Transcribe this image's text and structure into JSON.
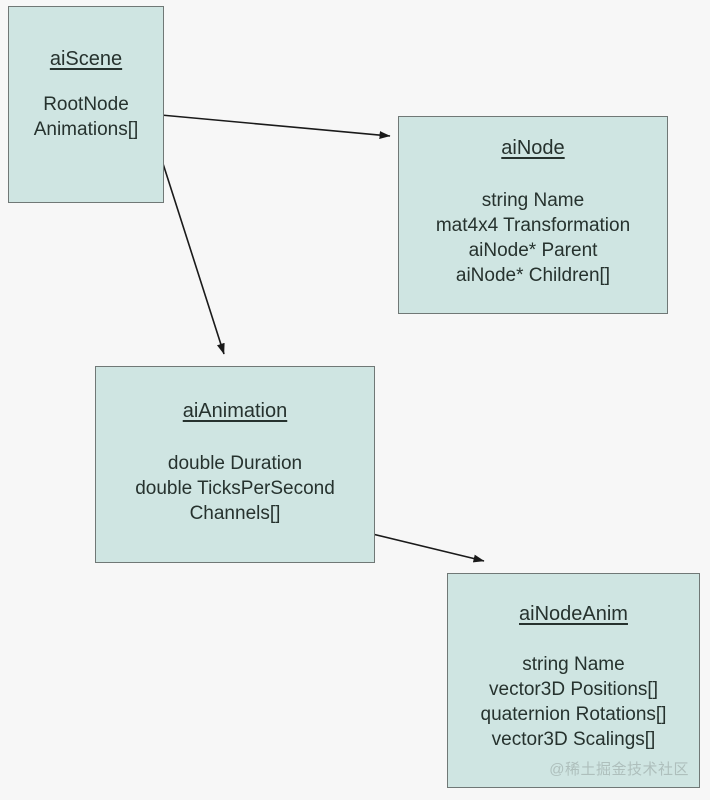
{
  "diagram": {
    "type": "uml-class-diagram",
    "background_color": "#f7f7f7",
    "box_fill_color": "#cfe5e2",
    "box_border_color": "#707876",
    "text_color": "#26322e",
    "edge_color": "#1a1a1a"
  },
  "classes": {
    "aiScene": {
      "title": "aiScene",
      "attributes": [
        "RootNode",
        "Animations[]"
      ]
    },
    "aiNode": {
      "title": "aiNode",
      "attributes": [
        "string Name",
        "mat4x4 Transformation",
        "aiNode* Parent",
        "aiNode* Children[]"
      ]
    },
    "aiAnimation": {
      "title": "aiAnimation",
      "attributes": [
        "double Duration",
        "double TicksPerSecond",
        "Channels[]"
      ]
    },
    "aiNodeAnim": {
      "title": "aiNodeAnim",
      "attributes": [
        "string Name",
        "vector3D Positions[]",
        "quaternion Rotations[]",
        "vector3D Scalings[]"
      ]
    }
  },
  "edges": [
    {
      "name": "aiscene-to-ainode",
      "from": "aiScene",
      "to": "aiNode"
    },
    {
      "name": "aiscene-to-aianimation",
      "from": "aiScene",
      "to": "aiAnimation"
    },
    {
      "name": "aianimation-to-ainodeanim",
      "from": "aiAnimation",
      "to": "aiNodeAnim"
    }
  ],
  "watermark": {
    "text": "@稀土掘金技术社区",
    "color": "#aebfbc"
  }
}
